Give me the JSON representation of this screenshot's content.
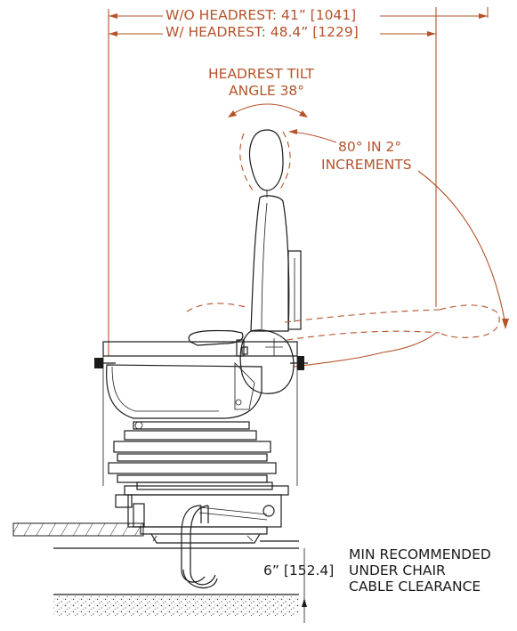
{
  "dimensions": {
    "width_without_headrest": "W/O HEADREST: 41” [1041]",
    "width_with_headrest": "W/ HEADREST: 48.4” [1229]"
  },
  "headrest_tilt": {
    "line1": "HEADREST TILT",
    "line2": "ANGLE 38°"
  },
  "recline": {
    "line1": "80° IN 2°",
    "line2": "INCREMENTS"
  },
  "clearance": {
    "value": "6” [152.4]",
    "line1": "MIN RECOMMENDED",
    "line2": "UNDER CHAIR",
    "line3": "CABLE CLEARANCE"
  },
  "colors": {
    "dimension": "#b5532a",
    "linework": "#1a1a1a"
  }
}
